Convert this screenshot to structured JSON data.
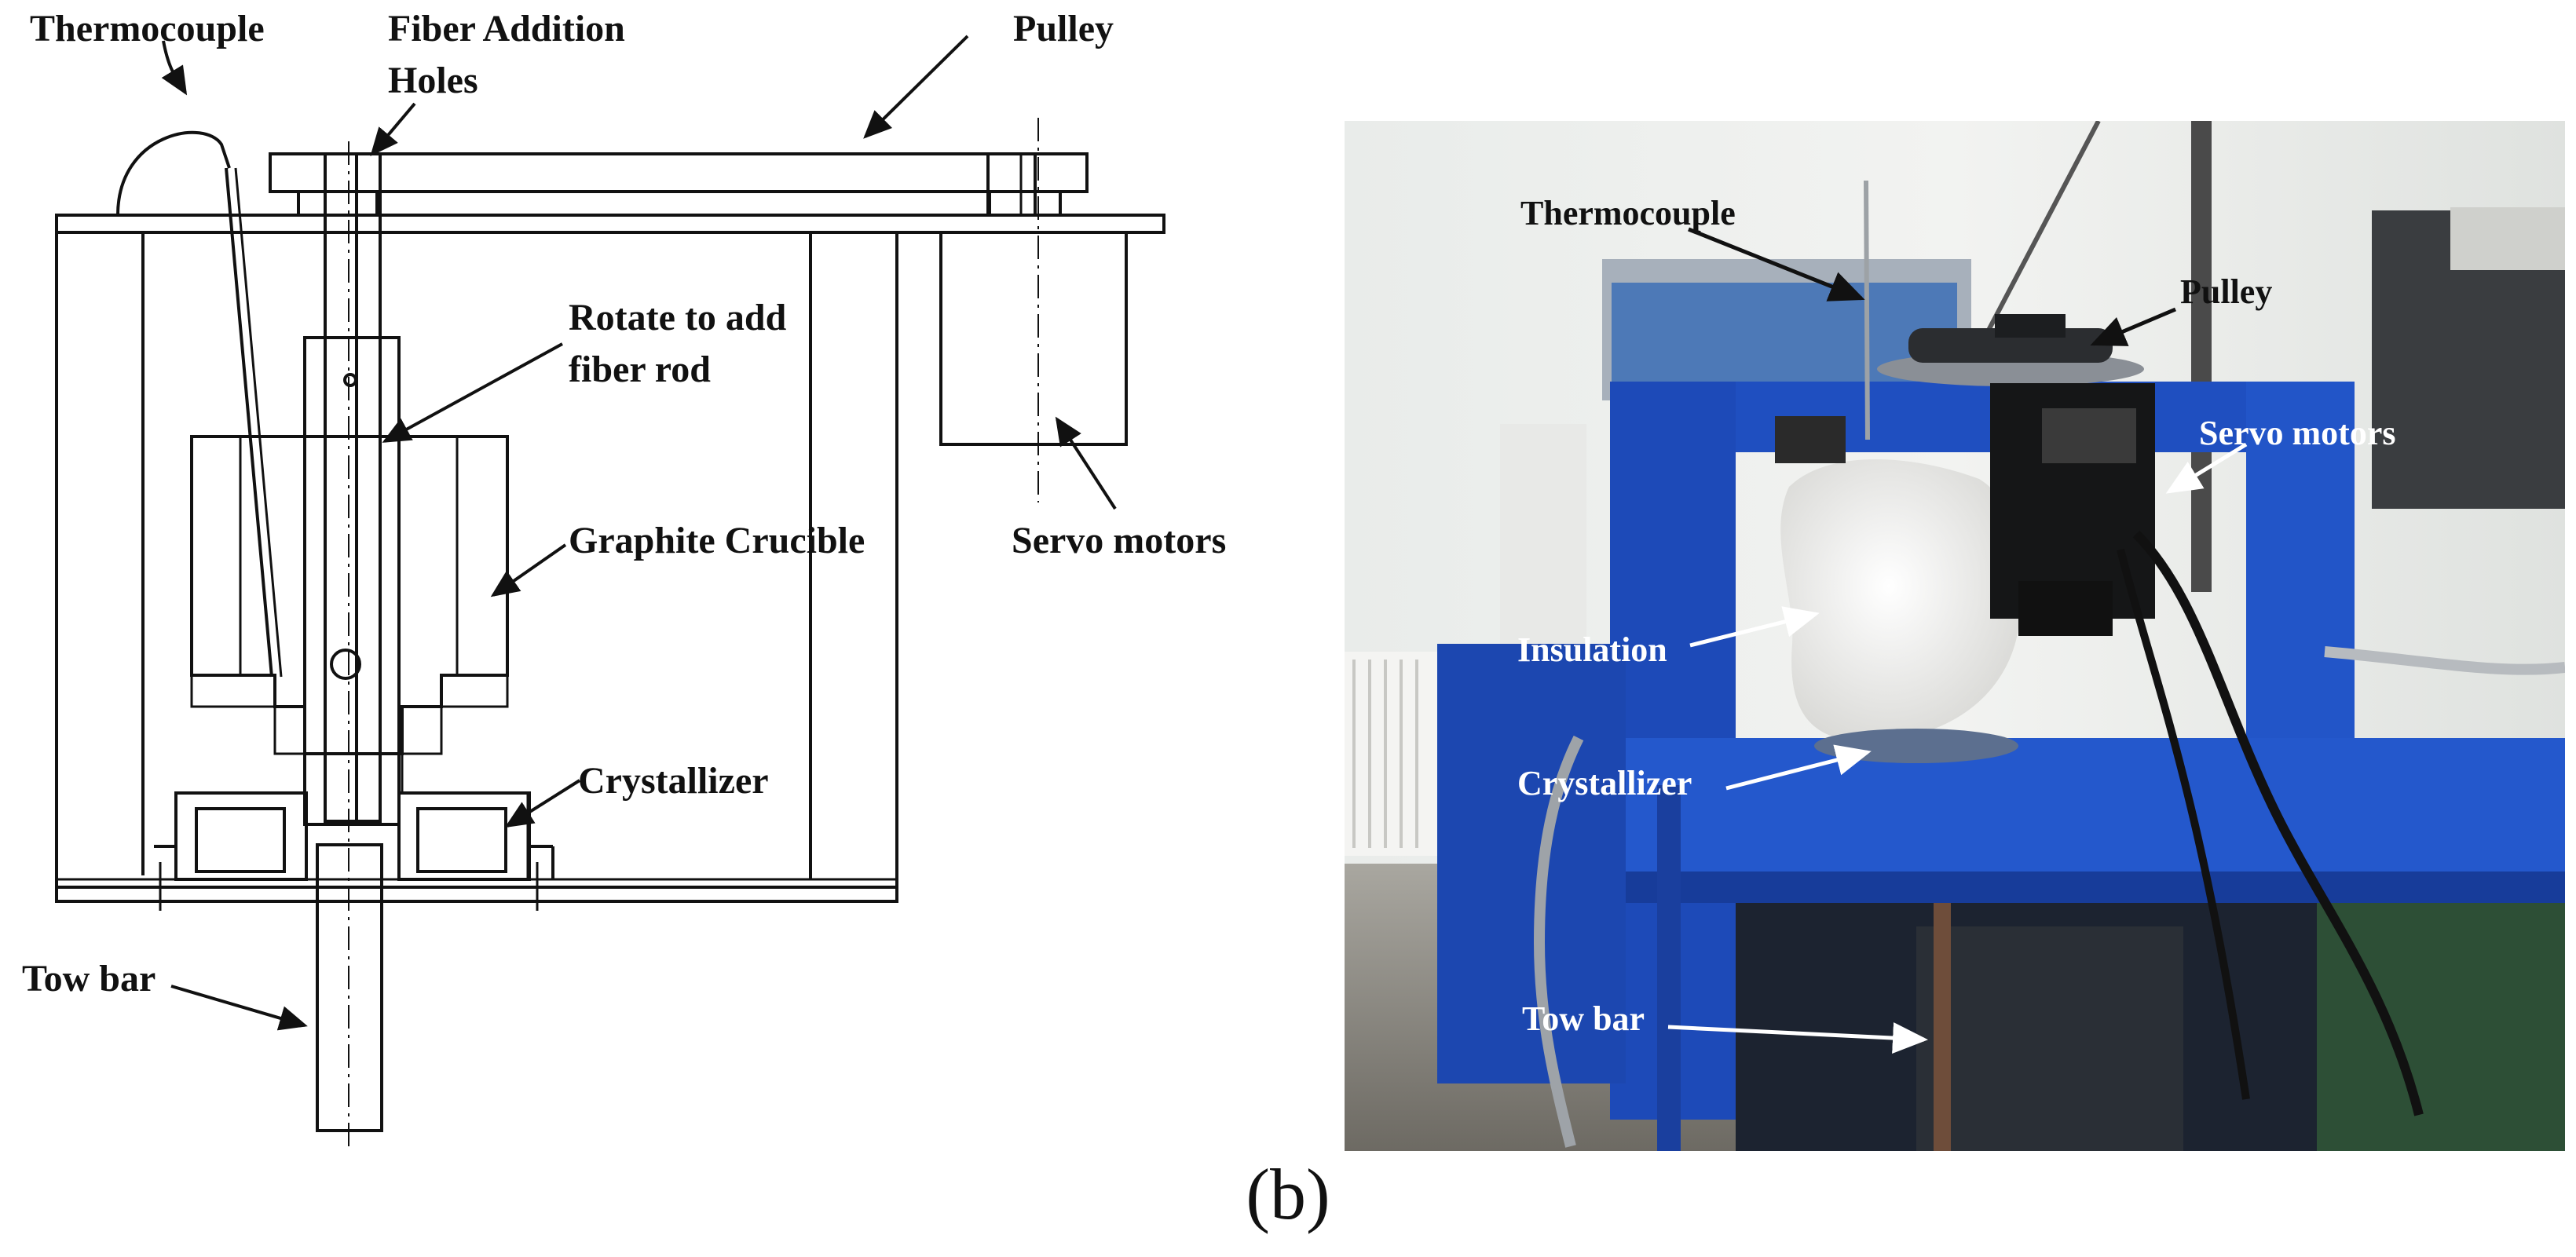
{
  "diagram": {
    "labels": {
      "thermocouple": "Thermocouple",
      "fiber_addition_line1": "Fiber Addition",
      "fiber_addition_line2": "Holes",
      "pulley": "Pulley",
      "rotate_line1": "Rotate to add",
      "rotate_line2": "fiber rod",
      "graphite_crucible": "Graphite Crucible",
      "servo_motors": "Servo motors",
      "crystallizer": "Crystallizer",
      "tow_bar": "Tow bar"
    }
  },
  "photo": {
    "labels": {
      "thermocouple": "Thermocouple",
      "pulley": "Pulley",
      "servo_motors": "Servo motors",
      "insulation": "Insulation",
      "crystallizer": "Crystallizer",
      "tow_bar": "Tow bar"
    }
  },
  "caption": "(b)"
}
